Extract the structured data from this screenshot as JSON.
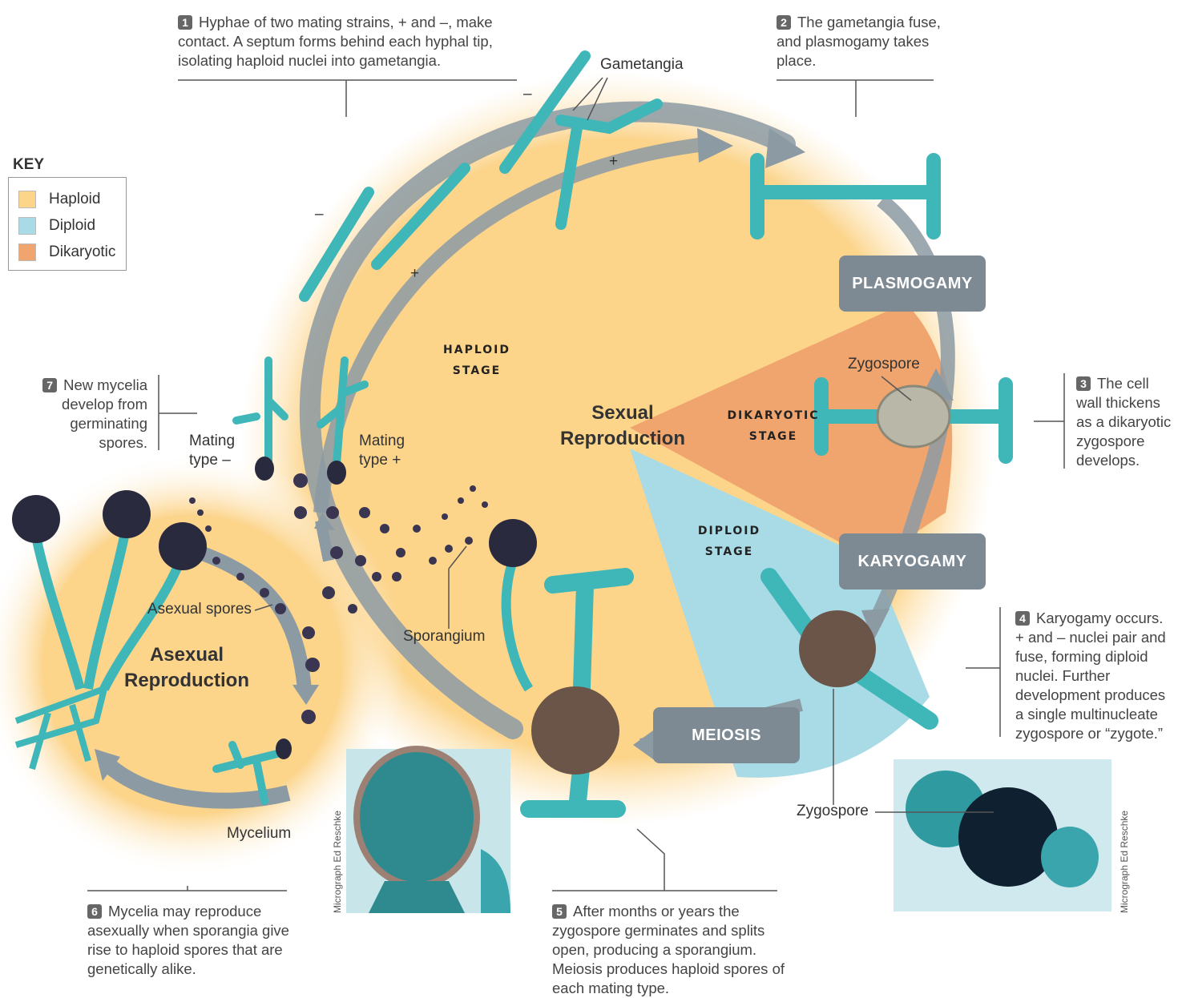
{
  "key": {
    "title": "KEY",
    "items": [
      {
        "label": "Haploid",
        "color": "#fcd48a"
      },
      {
        "label": "Diploid",
        "color": "#a9dbe6"
      },
      {
        "label": "Dikaryotic",
        "color": "#f0a56e"
      }
    ]
  },
  "steps": [
    {
      "num": "1",
      "text": "Hyphae of two mating strains, + and –, make contact. A septum forms behind each hyphal tip, isolating haploid nuclei into gametangia."
    },
    {
      "num": "2",
      "text": "The gametangia fuse, and plasmogamy takes place."
    },
    {
      "num": "3",
      "text": "The cell wall thickens as a dikaryotic zygospore develops."
    },
    {
      "num": "4",
      "text": "Karyogamy occurs. + and – nuclei pair and fuse, forming diploid nuclei. Further development produces a single multinucleate zygospore or “zygote.”"
    },
    {
      "num": "5",
      "text": "After months or years the zygospore germinates and splits open, producing a sporangium. Meiosis produces haploid spores of each mating type."
    },
    {
      "num": "6",
      "text": "Mycelia may reproduce asexually when sporangia give rise to haploid spores that are genetically alike."
    },
    {
      "num": "7",
      "text": "New mycelia develop from germinating spores."
    }
  ],
  "stages": {
    "haploid": [
      "HAPLOID",
      "STAGE"
    ],
    "dikaryotic": [
      "DIKARYOTIC",
      "STAGE"
    ],
    "diploid": [
      "DIPLOID",
      "STAGE"
    ]
  },
  "processes": {
    "plasmogamy": "PLASMOGAMY",
    "karyogamy": "KARYOGAMY",
    "meiosis": "MEIOSIS"
  },
  "titles": {
    "sexual": [
      "Sexual",
      "Reproduction"
    ],
    "asexual": [
      "Asexual",
      "Reproduction"
    ]
  },
  "labels": {
    "gametangia": "Gametangia",
    "minus": "–",
    "plus": "+",
    "zygospore": "Zygospore",
    "mating_minus": [
      "Mating",
      "type –"
    ],
    "mating_plus": [
      "Mating",
      "type +"
    ],
    "asexual_spores": "Asexual spores",
    "sporangium": "Sporangium",
    "mycelium": "Mycelium",
    "credit": "Micrograph Ed Reschke"
  }
}
